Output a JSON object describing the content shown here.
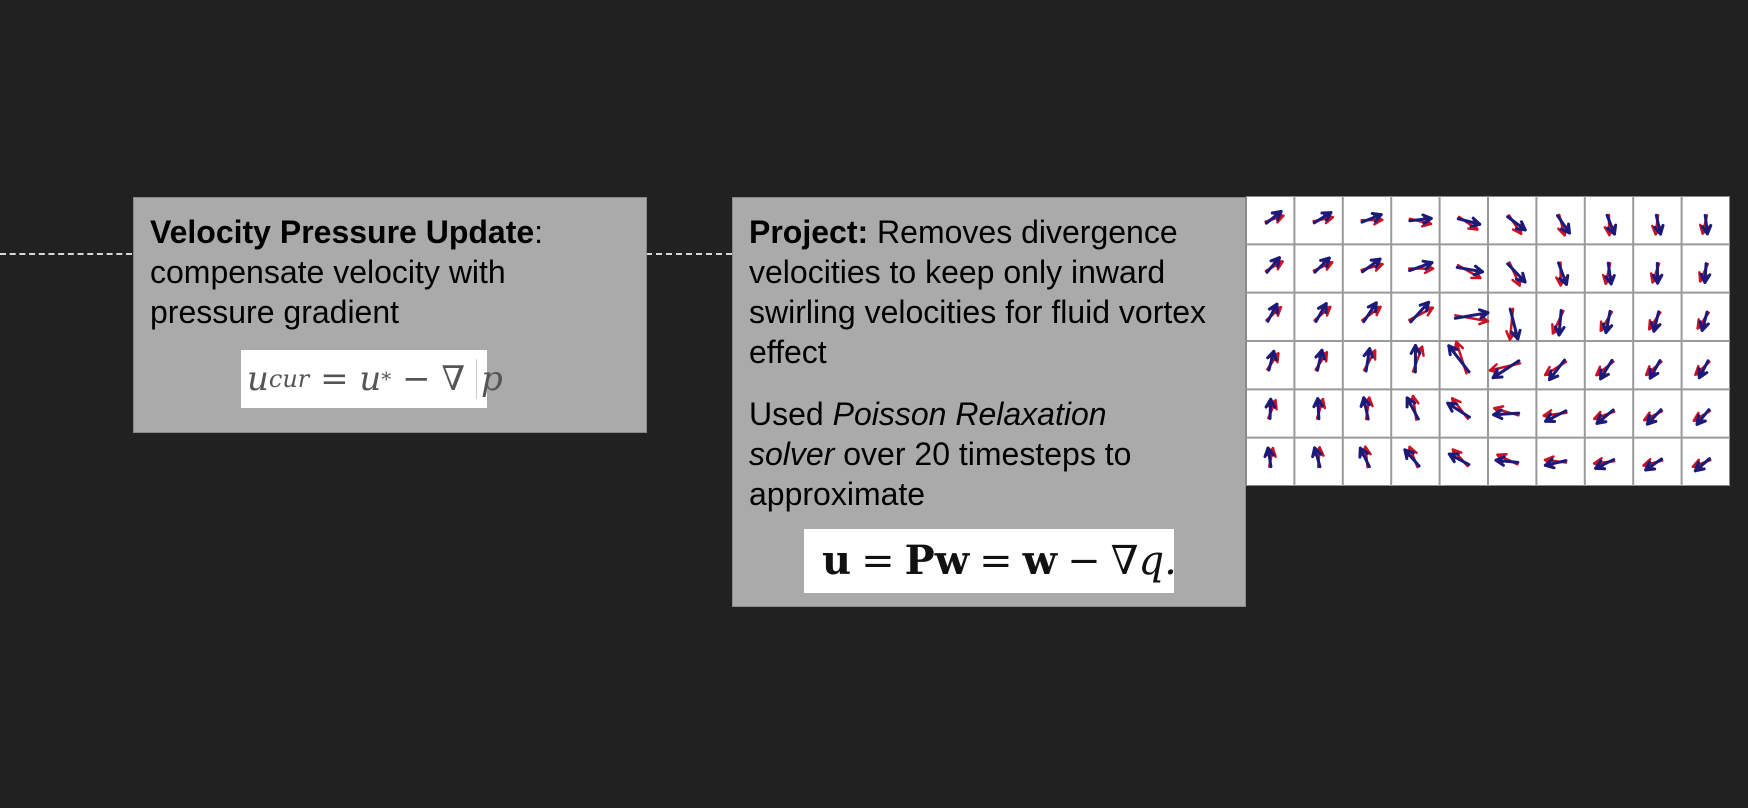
{
  "colors": {
    "background": "#212121",
    "box": "#aaaaaa",
    "arrow_red": "#cc1122",
    "arrow_blue": "#1a1a7a"
  },
  "velocity_box": {
    "title": "Velocity Pressure Update",
    "colon": ":",
    "body": "compensate velocity with pressure gradient",
    "equation": {
      "u": "u",
      "sub": "cur",
      "eq": " = ",
      "rhs_u": "u",
      "star": "*",
      "minus": " − ∇ ",
      "p": "p"
    }
  },
  "project_box": {
    "title": "Project:",
    "body": " Removes divergence velocities to keep only inward swirling velocities for fluid vortex effect",
    "used": "Used ",
    "method": "Poisson Relaxation solver",
    "after": " over 20 timesteps to approximate",
    "equation": {
      "a": "u",
      "eq1": "=",
      "b": "Pw",
      "eq2": "=",
      "c": "w",
      "minus": "−",
      "nabla": "∇",
      "q": "q."
    }
  },
  "vector_field": {
    "rows": 6,
    "cols": 10,
    "description_icon": "vector-field-arrows"
  }
}
